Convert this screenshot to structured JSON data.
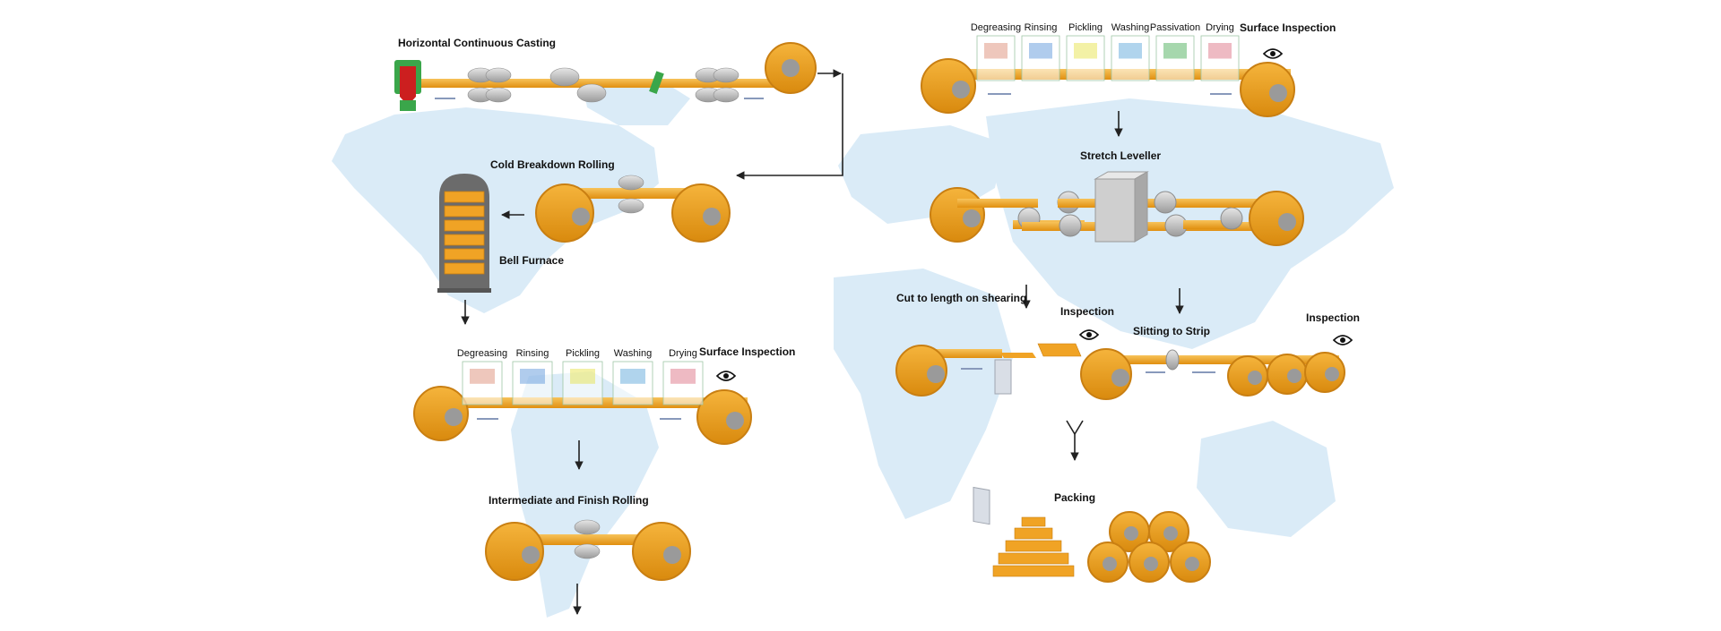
{
  "colors": {
    "copper": "#f0a325",
    "copper_dark": "#c97f12",
    "copper_light": "#f7c35a",
    "core": "#9a9a9a",
    "map": "#d4e8f6",
    "arrow": "#222222",
    "red": "#cc1f1f",
    "green": "#3aa64a"
  },
  "steps": {
    "casting": "Horizontal Continuous Casting",
    "breakdown": "Cold Breakdown Rolling",
    "bell": "Bell Furnace",
    "surface1": "Surface Inspection",
    "intermediate": "Intermediate and Finish Rolling",
    "surface2": "Surface Inspection",
    "leveller": "Stretch Leveller",
    "cut": "Cut to length on shearing",
    "inspection1": "Inspection",
    "slitting": "Slitting to Strip",
    "inspection2": "Inspection",
    "packing": "Packing"
  },
  "tanks1": [
    "Degreasing",
    "Rinsing",
    "Pickling",
    "Washing",
    "Drying"
  ],
  "tanks2": [
    "Degreasing",
    "Rinsing",
    "Pickling",
    "Washing",
    "Passivation",
    "Drying"
  ]
}
